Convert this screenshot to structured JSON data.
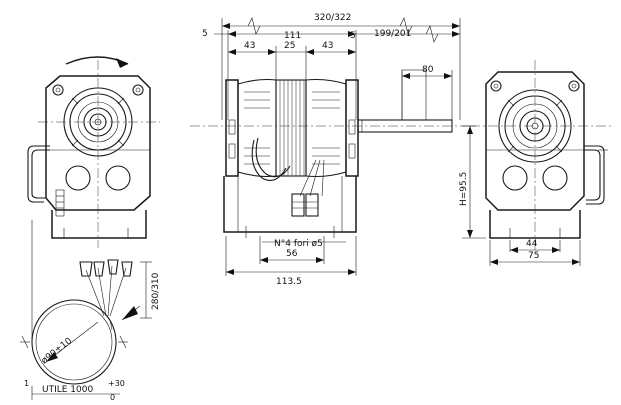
{
  "dimensions": {
    "overall_length": "320/322",
    "offset_left": "5",
    "body_length": "111",
    "flange_left": "43",
    "center_gap": "25",
    "flange_right": "43",
    "shaft_offset": "5",
    "shaft_length": "199/201",
    "shaft_extension": "80",
    "holes_note": "N°4 fori ø5",
    "base_inner": "56",
    "base_outer": "113.5",
    "height": "H=95.5",
    "side_inner": "44",
    "side_outer": "75",
    "cable_length": "280/310",
    "loop_diameter": "ø90±10",
    "useful_length": "UTILE 1000",
    "tol_plus": "+30",
    "tol_zero": "0",
    "side_marker": "1"
  },
  "colors": {
    "line": "#1a1a1a",
    "background": "#ffffff"
  },
  "icons": {
    "rotation": "curved-arrow-icon"
  }
}
